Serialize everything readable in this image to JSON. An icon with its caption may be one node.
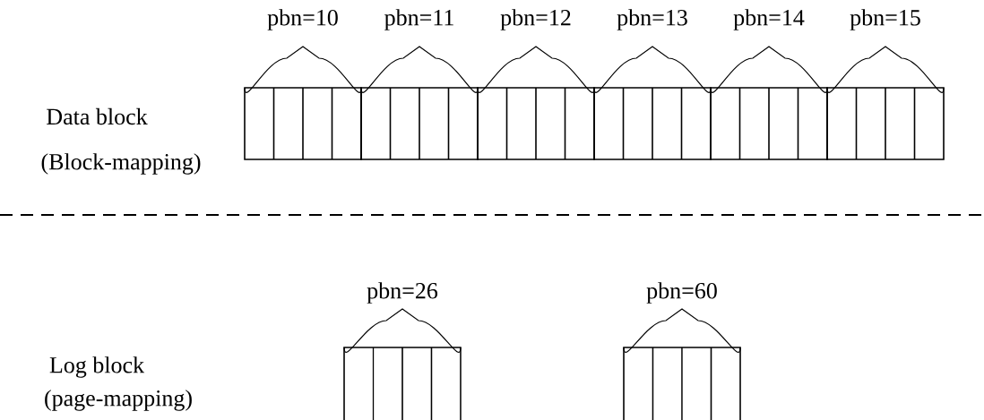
{
  "diagram": {
    "nodes": [
      {
        "text": [
          "pbn=10"
        ]
      },
      {
        "text": [
          "pbn=11"
        ]
      },
      {
        "text": [
          "pbn=12"
        ]
      },
      {
        "text": [
          "pbn=13"
        ]
      },
      {
        "text": [
          "pbn=14"
        ]
      },
      {
        "text": [
          "pbn=15"
        ]
      },
      {
        "text": [
          "pbn=26"
        ]
      },
      {
        "text": [
          "pbn=60"
        ]
      }
    ],
    "labels": [
      "Data block",
      "(Block-mapping)",
      "Log block",
      "(page-mapping)"
    ]
  }
}
